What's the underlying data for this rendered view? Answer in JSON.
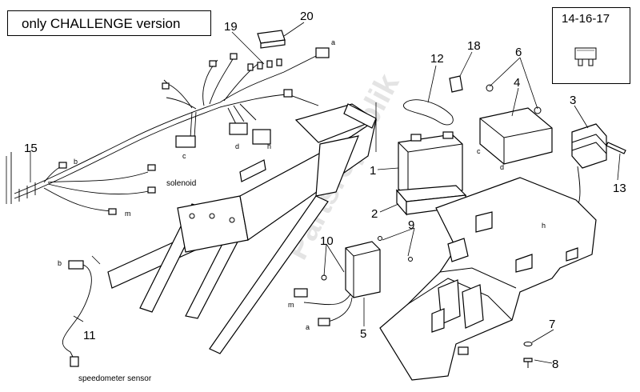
{
  "variant_label": "only CHALLENGE version",
  "reference_box": {
    "label": "14-16-17",
    "icon": "fuse-icon"
  },
  "watermark": "Partsrepublik",
  "part_numbers": {
    "p1": "1",
    "p2": "2",
    "p3": "3",
    "p4": "4",
    "p5": "5",
    "p6": "6",
    "p7": "7",
    "p8": "8",
    "p9": "9",
    "p10": "10",
    "p11": "11",
    "p12": "12",
    "p13": "13",
    "p15": "15",
    "p18": "18",
    "p19": "19",
    "p20": "20"
  },
  "connector_letters": {
    "a1": "a",
    "a2": "a",
    "b1": "b",
    "b2": "b",
    "c1": "c",
    "c2": "c",
    "d1": "d",
    "d2": "d",
    "h1": "h",
    "h2": "h",
    "m1": "m",
    "m2": "m"
  },
  "captions": {
    "solenoid": "solenoid",
    "speedometer_sensor": "speedometer sensor"
  }
}
